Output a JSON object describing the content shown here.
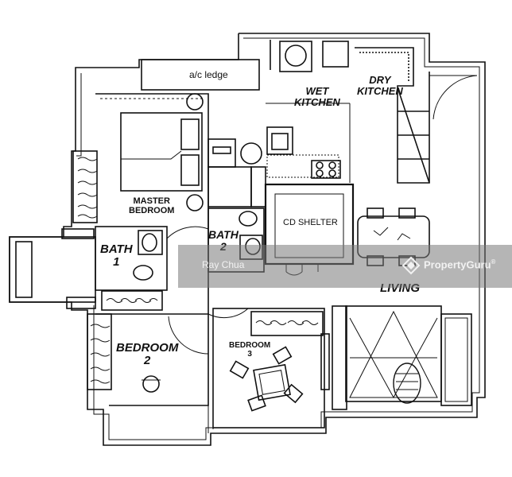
{
  "labels": {
    "ac_ledge": "a/c ledge",
    "wet_kitchen": "WET\nKITCHEN",
    "dry_kitchen": "DRY\nKITCHEN",
    "master_bedroom": "MASTER\nBEDROOM",
    "bath2": "BATH\n2",
    "bath1": "BATH\n1",
    "cd_shelter": "CD SHELTER",
    "living": "LIVING",
    "bedroom2": "BEDROOM\n2",
    "bedroom3": "BEDROOM\n3"
  },
  "watermark": {
    "author": "Ray Chua",
    "brand": "PropertyGuru",
    "brand_mark": "®"
  },
  "colors": {
    "line": "#111111",
    "watermark_band": "#7a7a7a",
    "watermark_text": "#f2f2f2"
  }
}
